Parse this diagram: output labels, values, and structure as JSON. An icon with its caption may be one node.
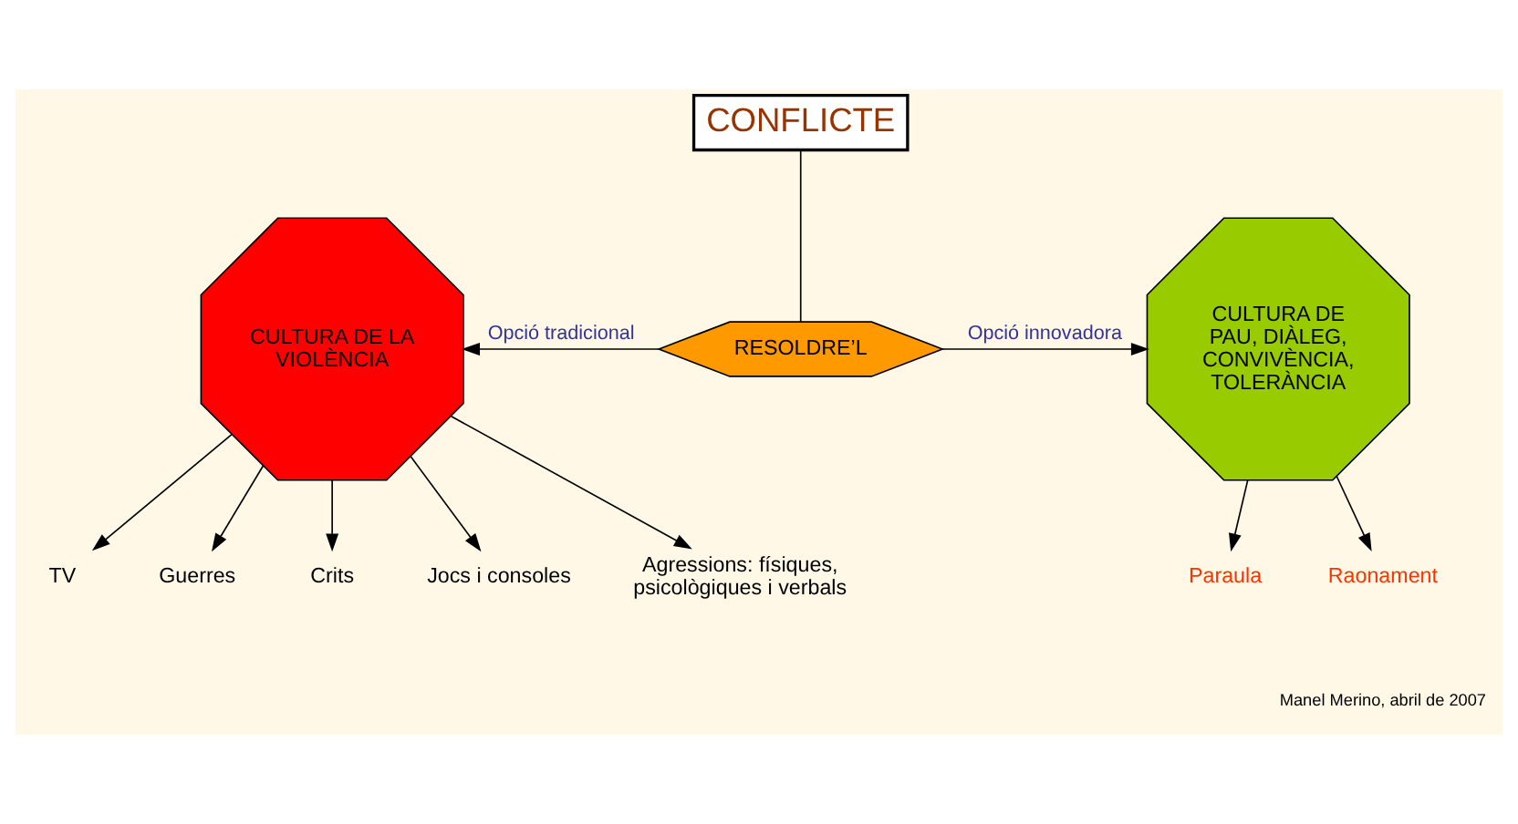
{
  "diagram": {
    "nodes": [
      {
        "text": [
          "CONFLICTE"
        ]
      },
      {
        "text": [
          "CULTURA DE LA VIOLÈNCIA"
        ]
      },
      {
        "text": [
          "RESOLDRE’L"
        ]
      },
      {
        "text": [
          "CULTURA DE PAU, DIÀLEG, CONVIVÈNCIA, TOLERÀNCIA"
        ]
      },
      {
        "text": [
          "TV"
        ]
      },
      {
        "text": [
          "Guerres"
        ]
      },
      {
        "text": [
          "Crits"
        ]
      },
      {
        "text": [
          "Jocs i consoles"
        ]
      },
      {
        "text": [
          "Agressions: físiques, psicològiques i verbals"
        ]
      },
      {
        "text": [
          "Paraula"
        ]
      },
      {
        "text": [
          "Raonament"
        ]
      }
    ],
    "edges": [
      {
        "from": 0,
        "to": 2,
        "arrow": "none"
      },
      {
        "from": 2,
        "to": 1,
        "arrow": "to",
        "label": "Opció tradicional"
      },
      {
        "from": 2,
        "to": 3,
        "arrow": "to",
        "label": "Opció innovadora"
      },
      {
        "from": 1,
        "to": 4,
        "arrow": "to"
      },
      {
        "from": 1,
        "to": 5,
        "arrow": "to"
      },
      {
        "from": 1,
        "to": 6,
        "arrow": "to"
      },
      {
        "from": 1,
        "to": 7,
        "arrow": "to"
      },
      {
        "from": 1,
        "to": 8,
        "arrow": "to"
      },
      {
        "from": 3,
        "to": 9,
        "arrow": "to"
      },
      {
        "from": 3,
        "to": 10,
        "arrow": "to"
      }
    ],
    "labels": [
      "Manel Merino, abril de 2007"
    ]
  }
}
